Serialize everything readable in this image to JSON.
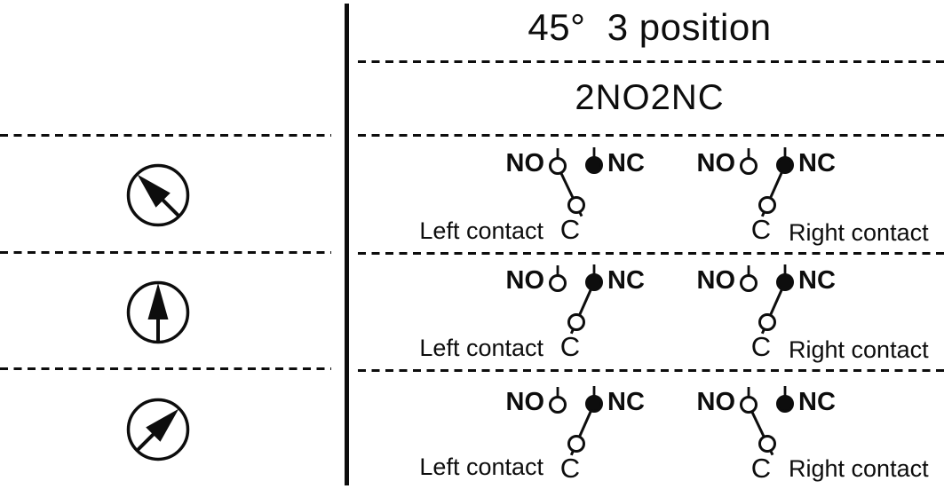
{
  "header": {
    "title": "45°  3 position",
    "subtitle": "2NO2NC"
  },
  "positions": [
    {
      "knob": "rotated-left-45",
      "arrow_angle": -45,
      "left_contact": {
        "label": "Left contact",
        "no_label": "NO",
        "nc_label": "NC",
        "c_label": "C",
        "closed": "NO"
      },
      "right_contact": {
        "label": "Right contact",
        "no_label": "NO",
        "nc_label": "NC",
        "c_label": "C",
        "closed": "NC"
      }
    },
    {
      "knob": "center",
      "arrow_angle": 0,
      "left_contact": {
        "label": "Left contact",
        "no_label": "NO",
        "nc_label": "NC",
        "c_label": "C",
        "closed": "NC"
      },
      "right_contact": {
        "label": "Right contact",
        "no_label": "NO",
        "nc_label": "NC",
        "c_label": "C",
        "closed": "NC"
      }
    },
    {
      "knob": "rotated-right-45",
      "arrow_angle": 45,
      "left_contact": {
        "label": "Left contact",
        "no_label": "NO",
        "nc_label": "NC",
        "c_label": "C",
        "closed": "NC"
      },
      "right_contact": {
        "label": "Right contact",
        "no_label": "NO",
        "nc_label": "NC",
        "c_label": "C",
        "closed": "NO"
      }
    }
  ],
  "colors": {
    "ink": "#0d0d0d",
    "background": "#ffffff"
  }
}
